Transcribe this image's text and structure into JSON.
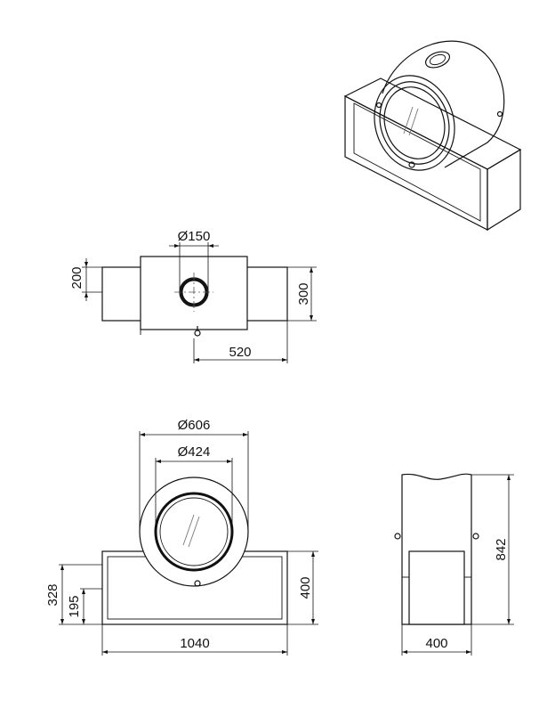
{
  "drawing": {
    "dimensions": {
      "top_view": {
        "flue_diameter": "Ø150",
        "depth": "200",
        "body_width": "300",
        "offset": "520"
      },
      "front_view": {
        "outer_diameter": "Ø606",
        "glass_diameter": "Ø424",
        "height_328": "328",
        "height_195": "195",
        "box_height": "400",
        "total_width": "1040"
      },
      "side_view": {
        "total_height": "842",
        "box_depth": "400"
      }
    }
  }
}
